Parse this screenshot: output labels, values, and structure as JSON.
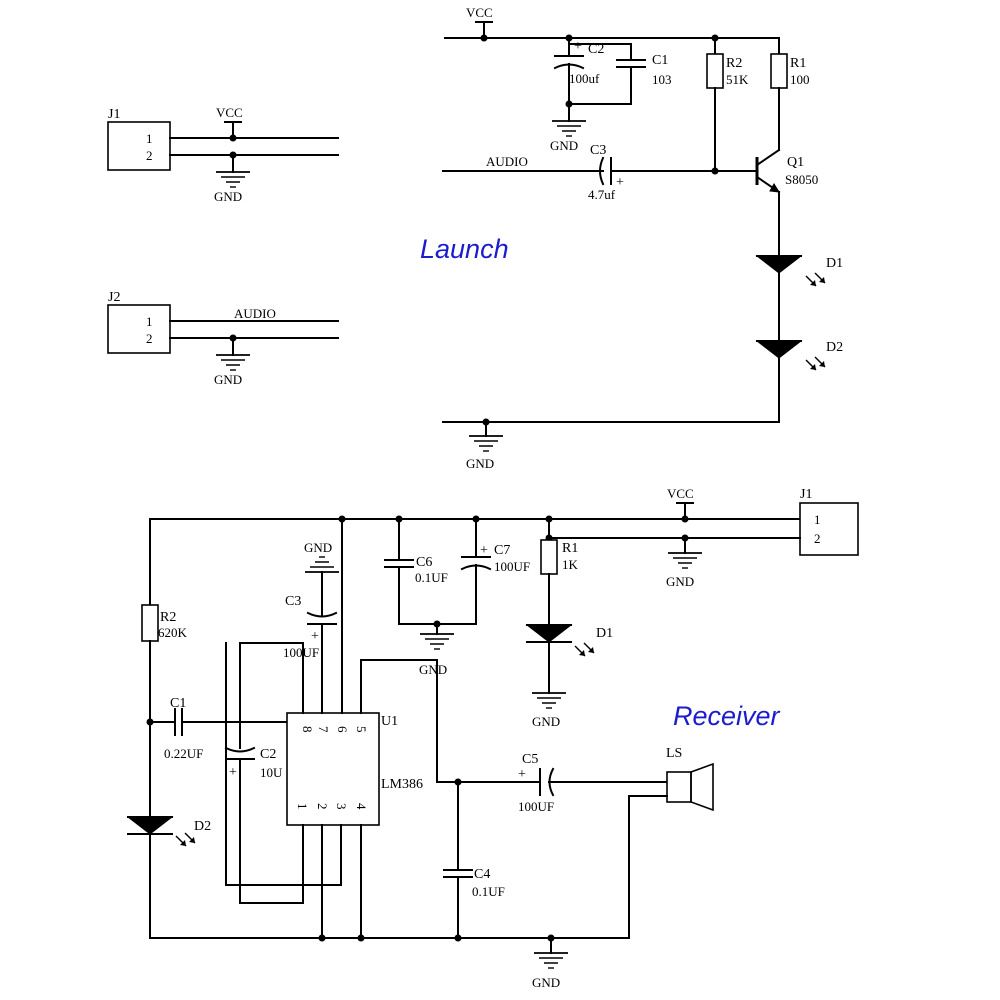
{
  "titles": {
    "launch": "Launch",
    "receiver": "Receiver"
  },
  "nets": {
    "vcc": "VCC",
    "gnd": "GND",
    "audio": "AUDIO"
  },
  "connectors": {
    "j1": {
      "ref": "J1",
      "pin1": "1",
      "pin2": "2"
    },
    "j2": {
      "ref": "J2",
      "pin1": "1",
      "pin2": "2"
    }
  },
  "launch": {
    "c2": {
      "ref": "C2",
      "value": "100uf",
      "plus": "+"
    },
    "c1": {
      "ref": "C1",
      "value": "103"
    },
    "r2": {
      "ref": "R2",
      "value": "51K"
    },
    "r1": {
      "ref": "R1",
      "value": "100"
    },
    "c3": {
      "ref": "C3",
      "value": "4.7uf",
      "plus": "+"
    },
    "q1": {
      "ref": "Q1",
      "value": "S8050"
    },
    "d1": {
      "ref": "D1"
    },
    "d2": {
      "ref": "D2"
    }
  },
  "receiver": {
    "j1": {
      "ref": "J1",
      "pin1": "1",
      "pin2": "2"
    },
    "r2": {
      "ref": "R2",
      "value": "620K"
    },
    "c1": {
      "ref": "C1",
      "value": "0.22UF"
    },
    "d2": {
      "ref": "D2"
    },
    "c3": {
      "ref": "C3",
      "value": "100UF",
      "plus": "+"
    },
    "c2": {
      "ref": "C2",
      "value": "10U",
      "plus": "+"
    },
    "u1": {
      "ref": "U1",
      "value": "LM386",
      "pins_top": [
        "8",
        "7",
        "6",
        "5"
      ],
      "pins_bottom": [
        "1",
        "2",
        "3",
        "4"
      ]
    },
    "c6": {
      "ref": "C6",
      "value": "0.1UF"
    },
    "c7": {
      "ref": "C7",
      "value": "100UF",
      "plus": "+"
    },
    "r1": {
      "ref": "R1",
      "value": "1K"
    },
    "d1": {
      "ref": "D1"
    },
    "c5": {
      "ref": "C5",
      "value": "100UF",
      "plus": "+"
    },
    "c4": {
      "ref": "C4",
      "value": "0.1UF"
    },
    "ls": {
      "ref": "LS"
    }
  }
}
